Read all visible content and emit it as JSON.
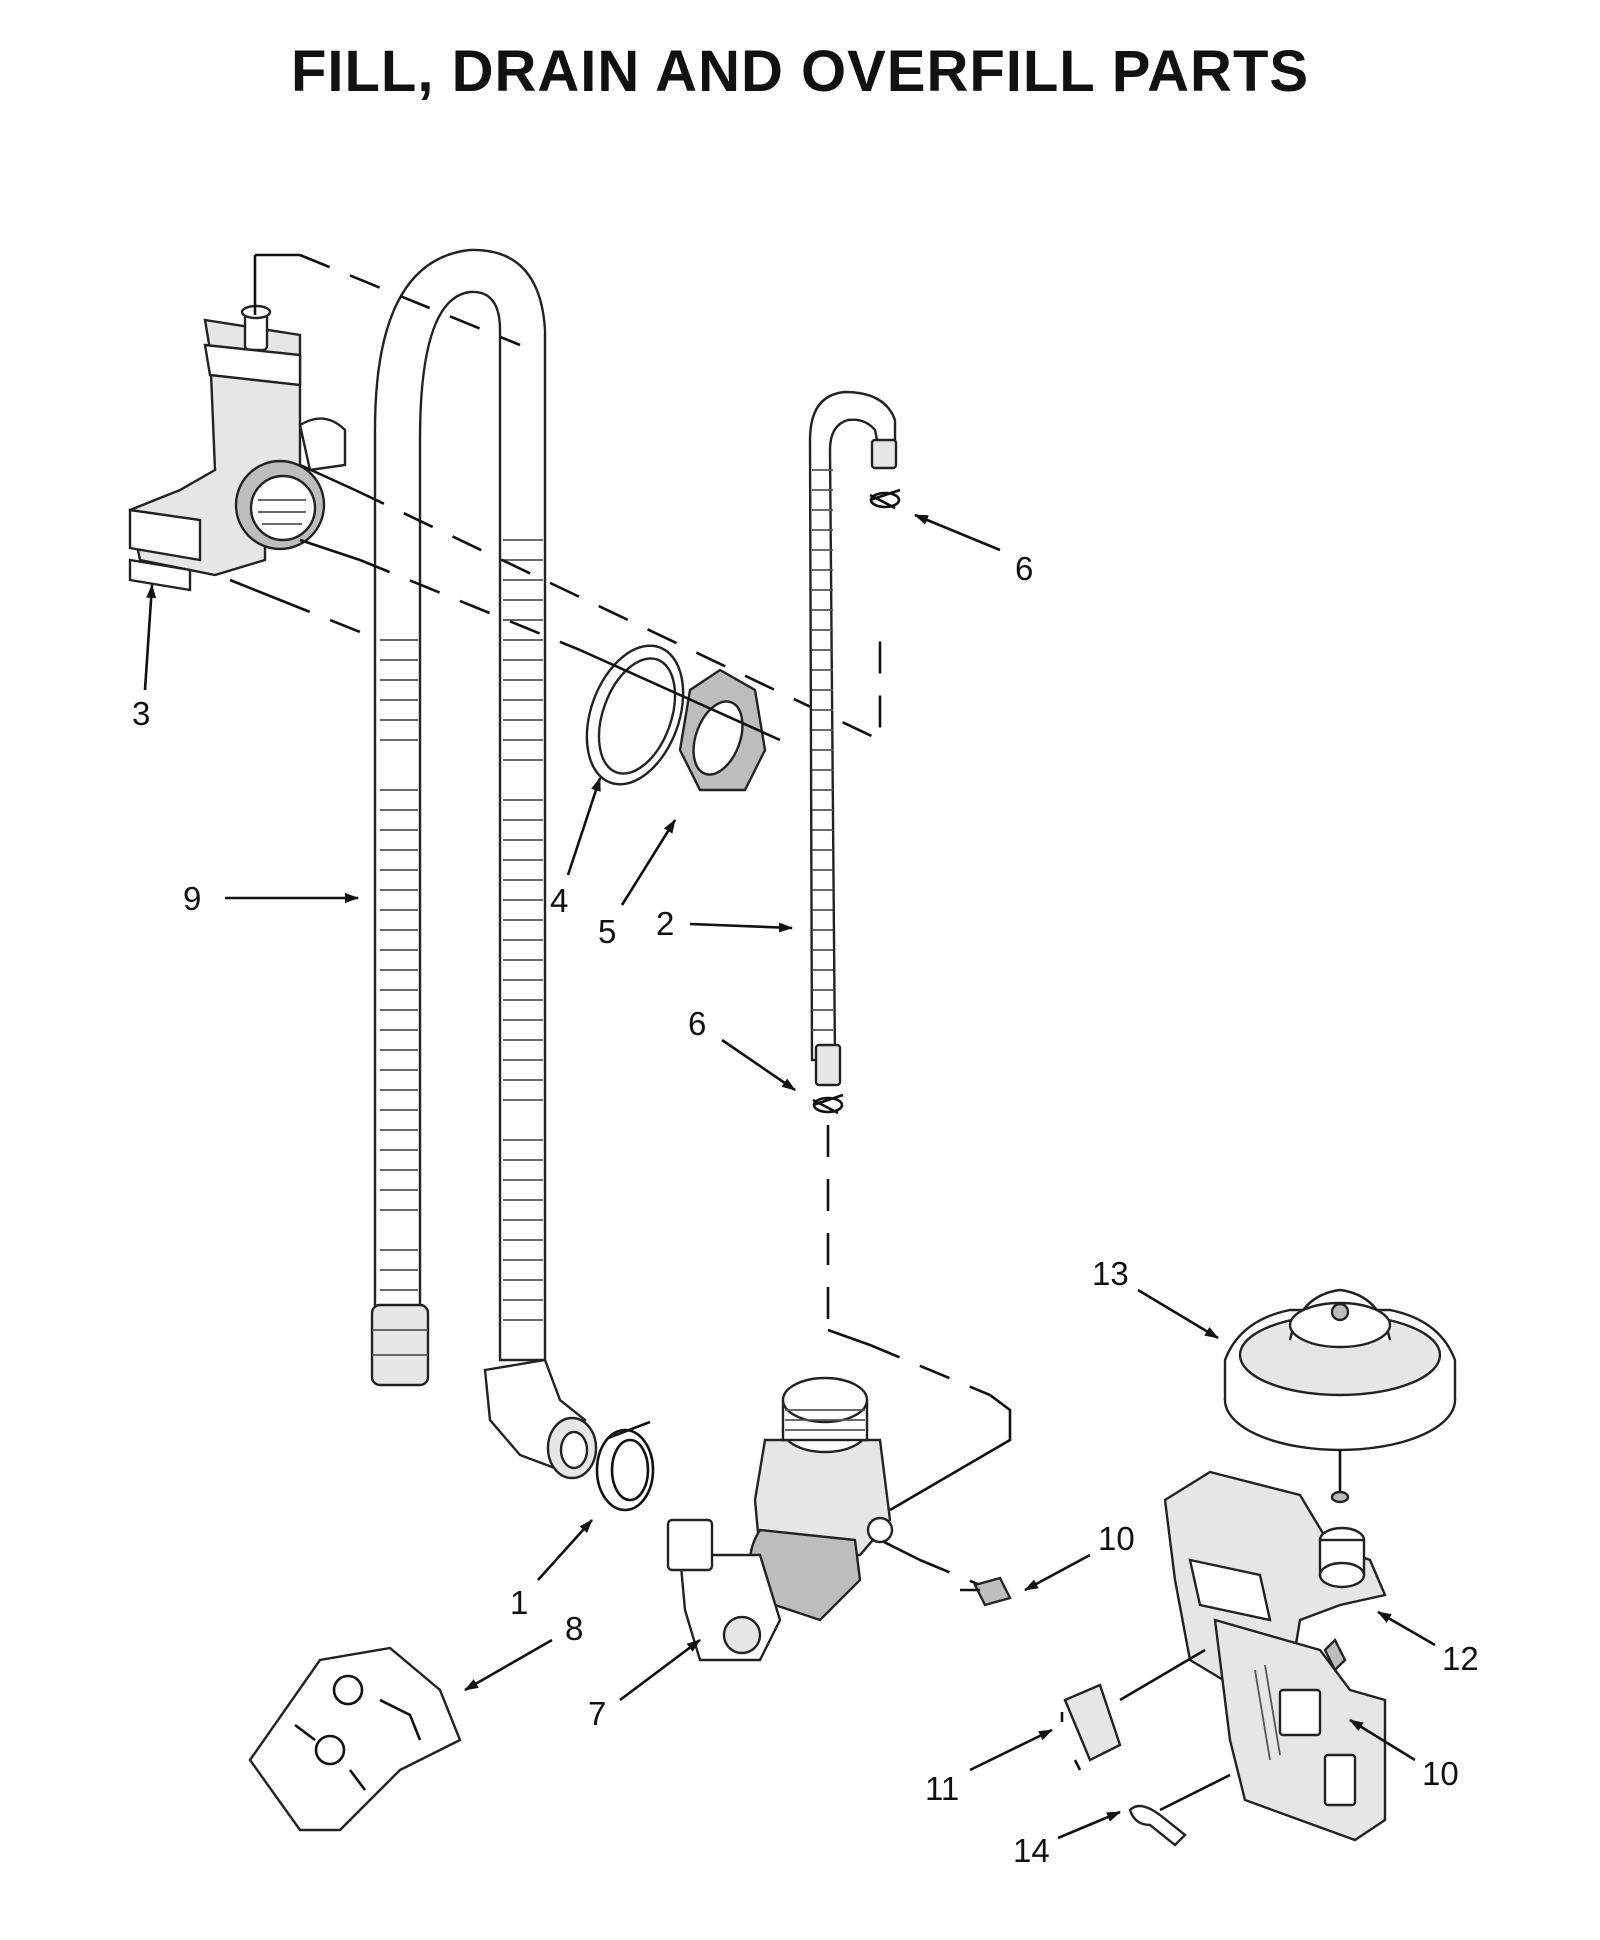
{
  "title": "FILL, DRAIN AND OVERFILL PARTS",
  "callouts": [
    "1",
    "2",
    "3",
    "4",
    "5",
    "6",
    "6",
    "7",
    "8",
    "9",
    "10",
    "10",
    "11",
    "12",
    "13",
    "14"
  ]
}
